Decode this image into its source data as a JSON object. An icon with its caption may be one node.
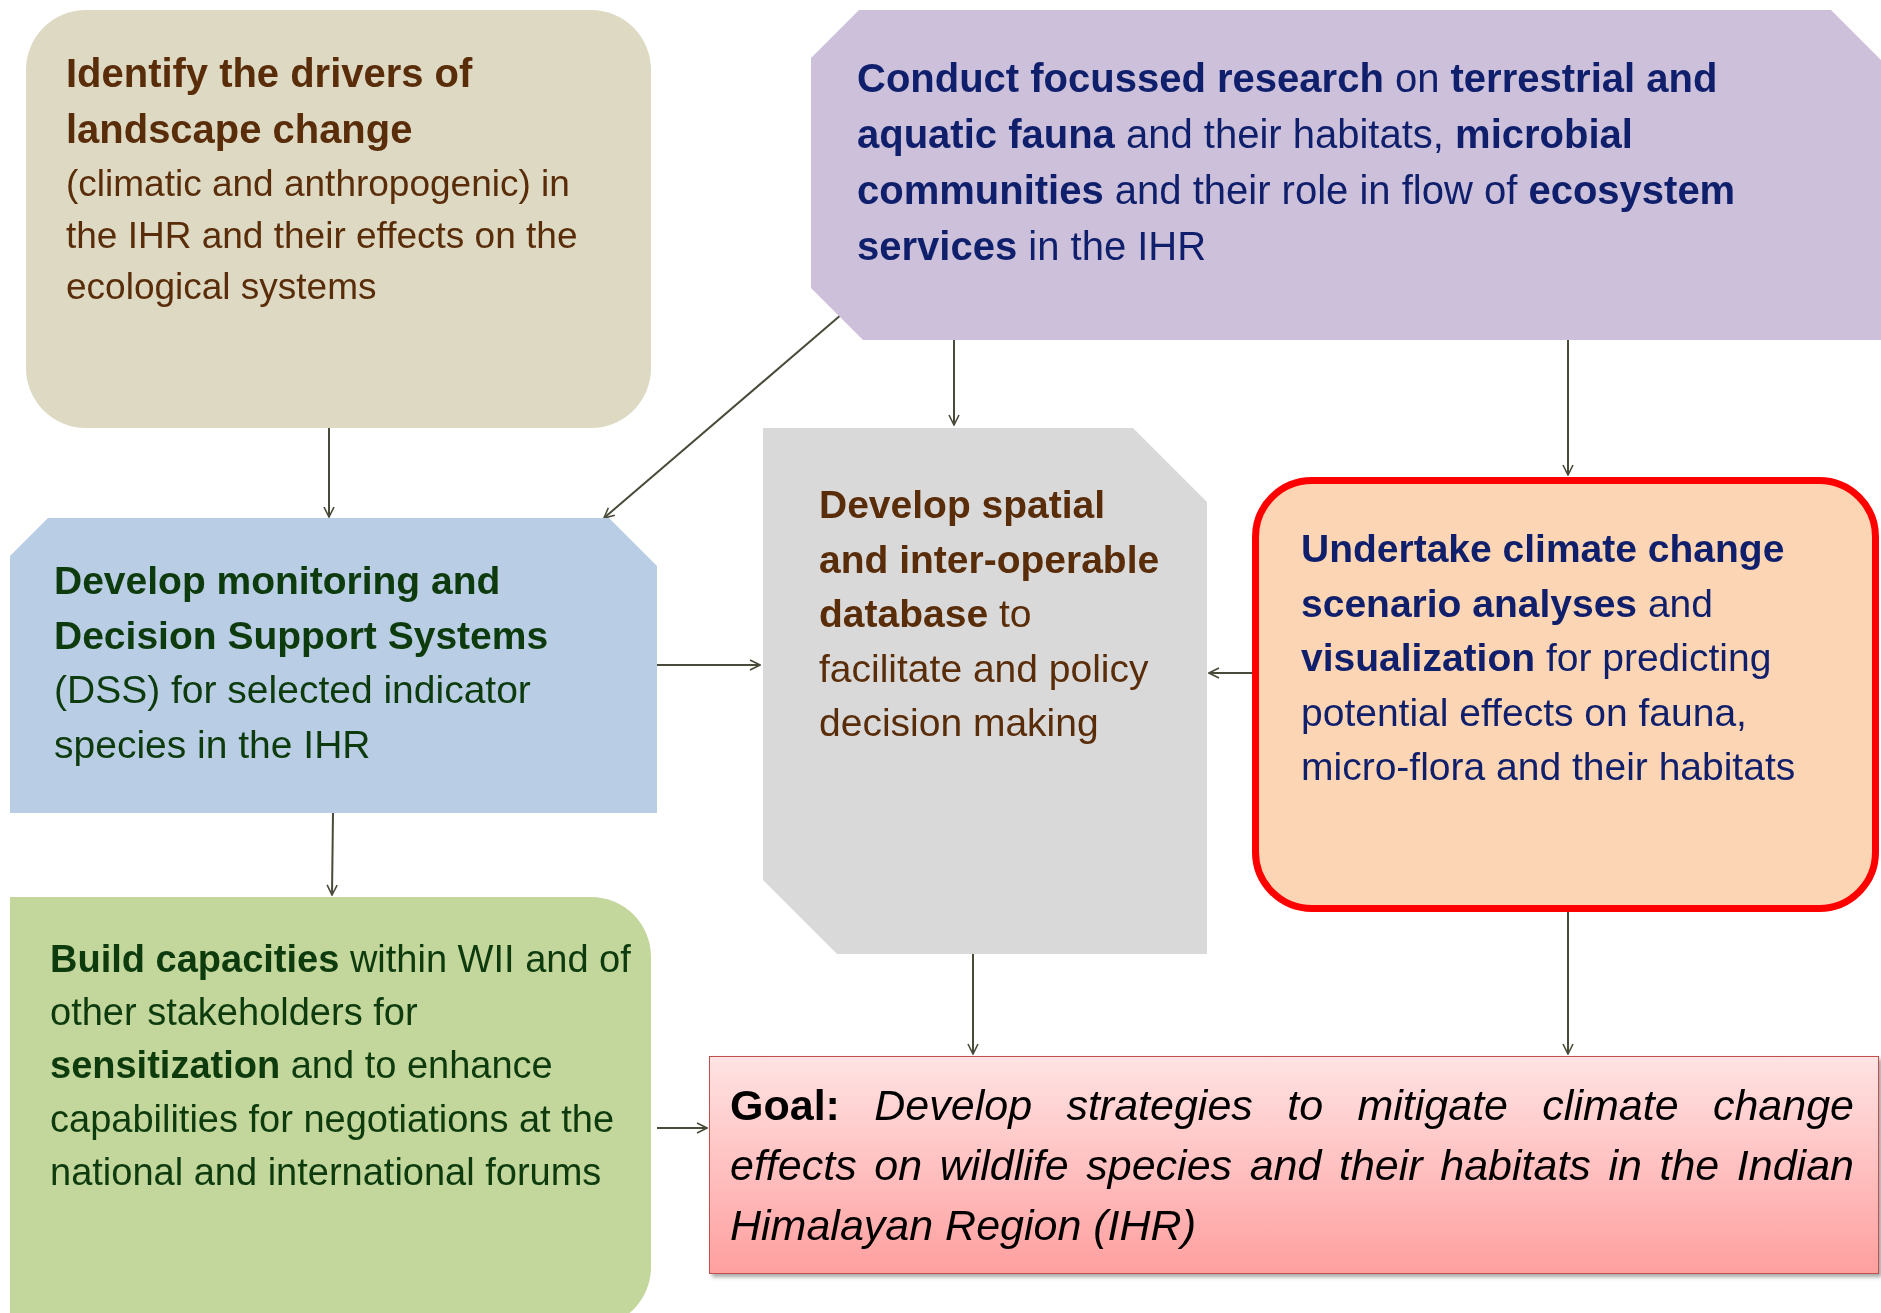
{
  "diagram": {
    "nodes": [
      {
        "text": [
          "Identify the drivers of landscape change",
          "(climatic and anthropogenic) in the IHR and their effects on the ecological systems"
        ]
      },
      {
        "text": [
          "**Conduct focussed research** on **terrestrial and aquatic fauna** and their habitats, **microbial communities** and their role in flow of **ecosystem services** in the IHR"
        ]
      },
      {
        "text": [
          "**Develop monitoring and Decision Support Systems** (DSS) for selected indicator species in the IHR"
        ]
      },
      {
        "text": [
          "**Develop spatial and inter-operable database** to facilitate and policy decision making"
        ]
      },
      {
        "text": [
          "**Undertake climate change scenario analyses** and **visualization** for predicting potential effects on fauna, micro-flora and their habitats"
        ]
      },
      {
        "text": [
          "**Build capacities** within WII and of other stakeholders for **sensitization** and to enhance capabilities for negotiations at the national and international forums"
        ]
      },
      {
        "text": [
          "**Goal:** *Develop strategies to mitigate climate change effects on wildlife species and their habitats in the Indian Himalayan Region (IHR)*"
        ]
      }
    ],
    "edges": [
      {
        "from": 0,
        "to": 2,
        "arrow": "to"
      },
      {
        "from": 1,
        "to": 2,
        "arrow": "to"
      },
      {
        "from": 1,
        "to": 3,
        "arrow": "to"
      },
      {
        "from": 1,
        "to": 4,
        "arrow": "to"
      },
      {
        "from": 2,
        "to": 3,
        "arrow": "to"
      },
      {
        "from": 4,
        "to": 3,
        "arrow": "to"
      },
      {
        "from": 2,
        "to": 5,
        "arrow": "to"
      },
      {
        "from": 3,
        "to": 6,
        "arrow": "to"
      },
      {
        "from": 4,
        "to": 6,
        "arrow": "to"
      },
      {
        "from": 5,
        "to": 6,
        "arrow": "to"
      }
    ]
  }
}
